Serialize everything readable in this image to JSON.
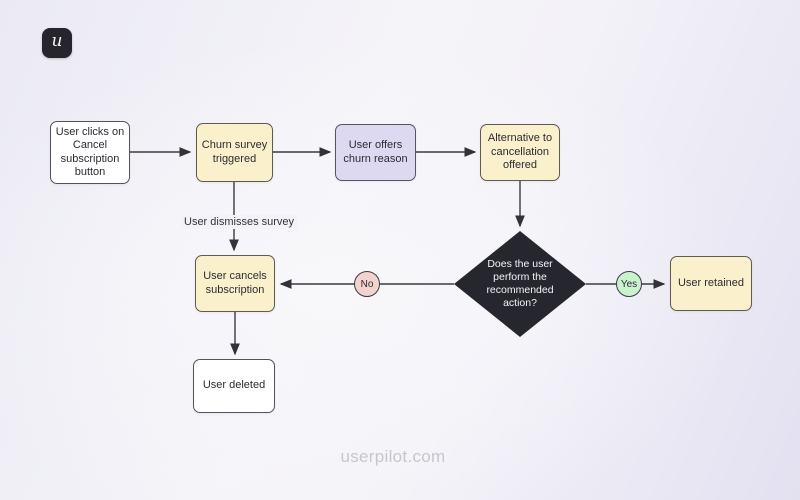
{
  "brand": {
    "logo_letter": "u",
    "watermark": "userpilot.com"
  },
  "flowchart": {
    "nodes": {
      "start": {
        "label": "User clicks on Cancel subscription button",
        "type": "process",
        "fill": "#ffffff"
      },
      "churn_survey": {
        "label": "Churn survey triggered",
        "type": "process",
        "fill": "#faf0cb"
      },
      "churn_reason": {
        "label": "User offers churn reason",
        "type": "process",
        "fill": "#dcd9f1"
      },
      "alternative": {
        "label": "Alternative to cancellation offered",
        "type": "process",
        "fill": "#faf0cb"
      },
      "decision": {
        "label": "Does the user perform the recommended action?",
        "type": "decision",
        "fill": "#26262e"
      },
      "retained": {
        "label": "User retained",
        "type": "process",
        "fill": "#faf0cb"
      },
      "cancels": {
        "label": "User cancels subscription",
        "type": "process",
        "fill": "#faf0cb"
      },
      "deleted": {
        "label": "User deleted",
        "type": "process",
        "fill": "#ffffff"
      }
    },
    "edge_labels": {
      "dismiss": "User dismisses survey",
      "no": "No",
      "yes": "Yes"
    },
    "edges": [
      {
        "from": "start",
        "to": "churn_survey"
      },
      {
        "from": "churn_survey",
        "to": "churn_reason"
      },
      {
        "from": "churn_reason",
        "to": "alternative"
      },
      {
        "from": "alternative",
        "to": "decision"
      },
      {
        "from": "churn_survey",
        "to": "cancels",
        "label": "User dismisses survey"
      },
      {
        "from": "decision",
        "to": "cancels",
        "label": "No"
      },
      {
        "from": "decision",
        "to": "retained",
        "label": "Yes"
      },
      {
        "from": "cancels",
        "to": "deleted"
      }
    ],
    "colors": {
      "yes_circle": "#c9f2cd",
      "no_circle": "#f2d3ce",
      "line": "#3a3a42",
      "diamond_fill": "#26262e"
    }
  }
}
